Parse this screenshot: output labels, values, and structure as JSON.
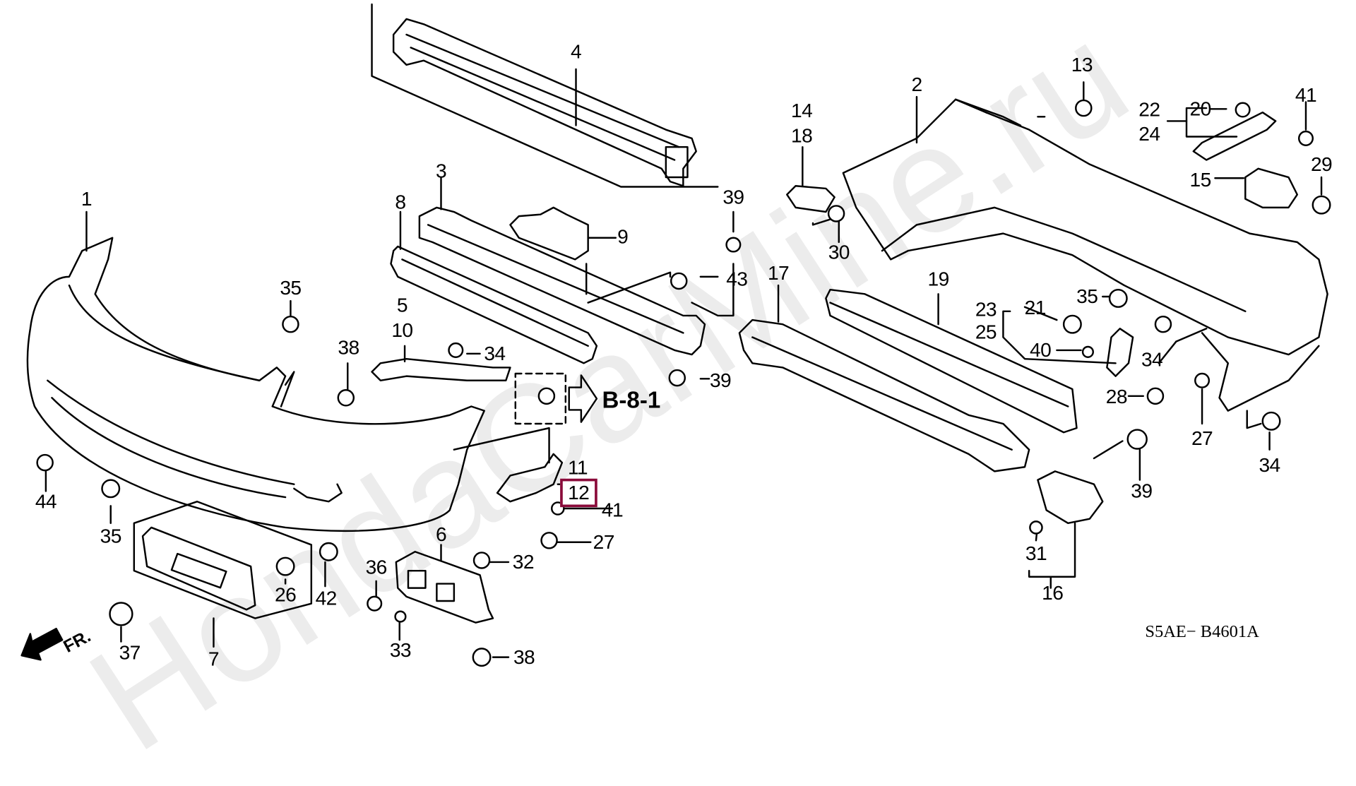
{
  "diagram": {
    "code": "S5AE− B4601A",
    "reference_link": "B-8-1",
    "front_indicator": "FR.",
    "watermark": "HondaCarMine.ru",
    "highlight_color": "#8a0b3a",
    "highlighted_part": "12"
  },
  "callouts": [
    {
      "id": "c1",
      "text": "1"
    },
    {
      "id": "c2",
      "text": "2"
    },
    {
      "id": "c3",
      "text": "3"
    },
    {
      "id": "c4",
      "text": "4"
    },
    {
      "id": "c5",
      "text": "5"
    },
    {
      "id": "c6",
      "text": "6"
    },
    {
      "id": "c7",
      "text": "7"
    },
    {
      "id": "c8",
      "text": "8"
    },
    {
      "id": "c9",
      "text": "9"
    },
    {
      "id": "c10",
      "text": "10"
    },
    {
      "id": "c11",
      "text": "11"
    },
    {
      "id": "c12",
      "text": "12"
    },
    {
      "id": "c13",
      "text": "13"
    },
    {
      "id": "c14",
      "text": "14"
    },
    {
      "id": "c15",
      "text": "15"
    },
    {
      "id": "c16",
      "text": "16"
    },
    {
      "id": "c17",
      "text": "17"
    },
    {
      "id": "c18",
      "text": "18"
    },
    {
      "id": "c19",
      "text": "19"
    },
    {
      "id": "c20",
      "text": "20"
    },
    {
      "id": "c21",
      "text": "21"
    },
    {
      "id": "c22",
      "text": "22"
    },
    {
      "id": "c23",
      "text": "23"
    },
    {
      "id": "c24",
      "text": "24"
    },
    {
      "id": "c25",
      "text": "25"
    },
    {
      "id": "c26",
      "text": "26"
    },
    {
      "id": "c27a",
      "text": "27"
    },
    {
      "id": "c27b",
      "text": "27"
    },
    {
      "id": "c28",
      "text": "28"
    },
    {
      "id": "c29",
      "text": "29"
    },
    {
      "id": "c30",
      "text": "30"
    },
    {
      "id": "c31",
      "text": "31"
    },
    {
      "id": "c32",
      "text": "32"
    },
    {
      "id": "c33",
      "text": "33"
    },
    {
      "id": "c34a",
      "text": "34"
    },
    {
      "id": "c34b",
      "text": "34"
    },
    {
      "id": "c34c",
      "text": "34"
    },
    {
      "id": "c35a",
      "text": "35"
    },
    {
      "id": "c35b",
      "text": "35"
    },
    {
      "id": "c35c",
      "text": "35"
    },
    {
      "id": "c36",
      "text": "36"
    },
    {
      "id": "c37",
      "text": "37"
    },
    {
      "id": "c38a",
      "text": "38"
    },
    {
      "id": "c38b",
      "text": "38"
    },
    {
      "id": "c39a",
      "text": "39"
    },
    {
      "id": "c39b",
      "text": "39"
    },
    {
      "id": "c39c",
      "text": "39"
    },
    {
      "id": "c40",
      "text": "40"
    },
    {
      "id": "c41a",
      "text": "41"
    },
    {
      "id": "c41b",
      "text": "41"
    },
    {
      "id": "c42",
      "text": "42"
    },
    {
      "id": "c43",
      "text": "43"
    },
    {
      "id": "c44",
      "text": "44"
    }
  ]
}
